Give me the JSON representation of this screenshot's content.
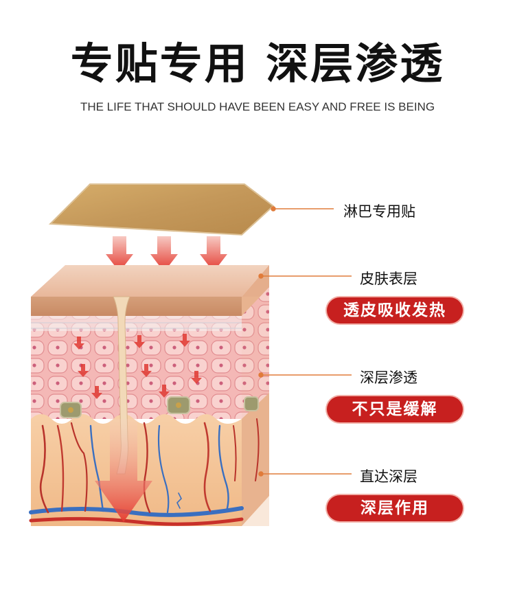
{
  "header": {
    "title": "专贴专用 深层渗透",
    "subtitle": "THE LIFE THAT SHOULD HAVE BEEN EASY AND FREE IS BEING"
  },
  "labels": {
    "patch": "淋巴专用贴",
    "epidermis": "皮肤表层",
    "deep": "深层渗透",
    "direct": "直达深层"
  },
  "badges": {
    "absorb": "透皮吸收发热",
    "relief": "不只是缓解",
    "action": "深层作用"
  },
  "colors": {
    "accent": "#c7201f",
    "leader_line": "#e07b3a",
    "patch": "#c69a5a",
    "arrow": "#e8453c"
  }
}
